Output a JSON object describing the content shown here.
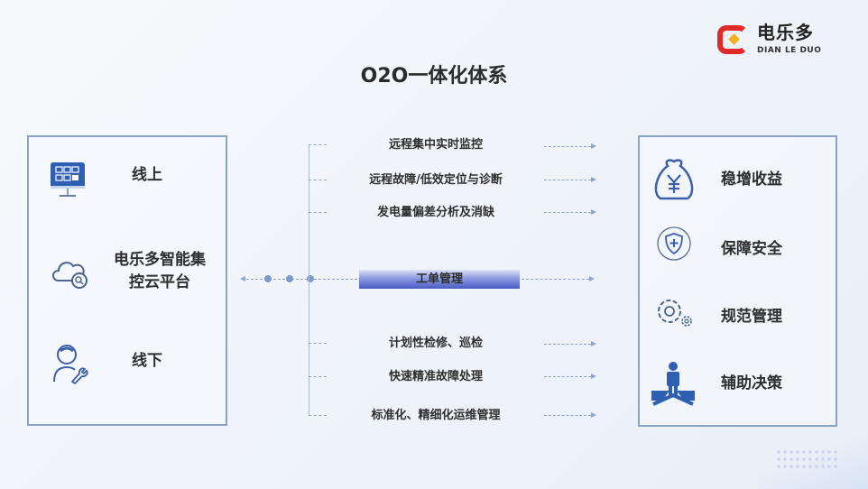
{
  "title": "O2O一体化体系",
  "logo": {
    "cn": "电乐多",
    "en": "DIAN LE DUO"
  },
  "left": {
    "online": "线上",
    "platform_line1": "电乐多智能集",
    "platform_line2": "控云平台",
    "offline": "线下"
  },
  "center": {
    "items_top": [
      "远程集中实时监控",
      "远程故障/低效定位与诊断",
      "发电量偏差分析及消缺"
    ],
    "work_order": "工单管理",
    "items_bottom": [
      "计划性检修、巡检",
      "快速精准故障处理",
      "标准化、精细化运维管理"
    ]
  },
  "right": {
    "items": [
      "稳增收益",
      "保障安全",
      "规范管理",
      "辅助决策"
    ]
  },
  "colors": {
    "accent": "#2f5fb3",
    "logo_red": "#e02a2a",
    "logo_gold": "#f2b21f"
  }
}
